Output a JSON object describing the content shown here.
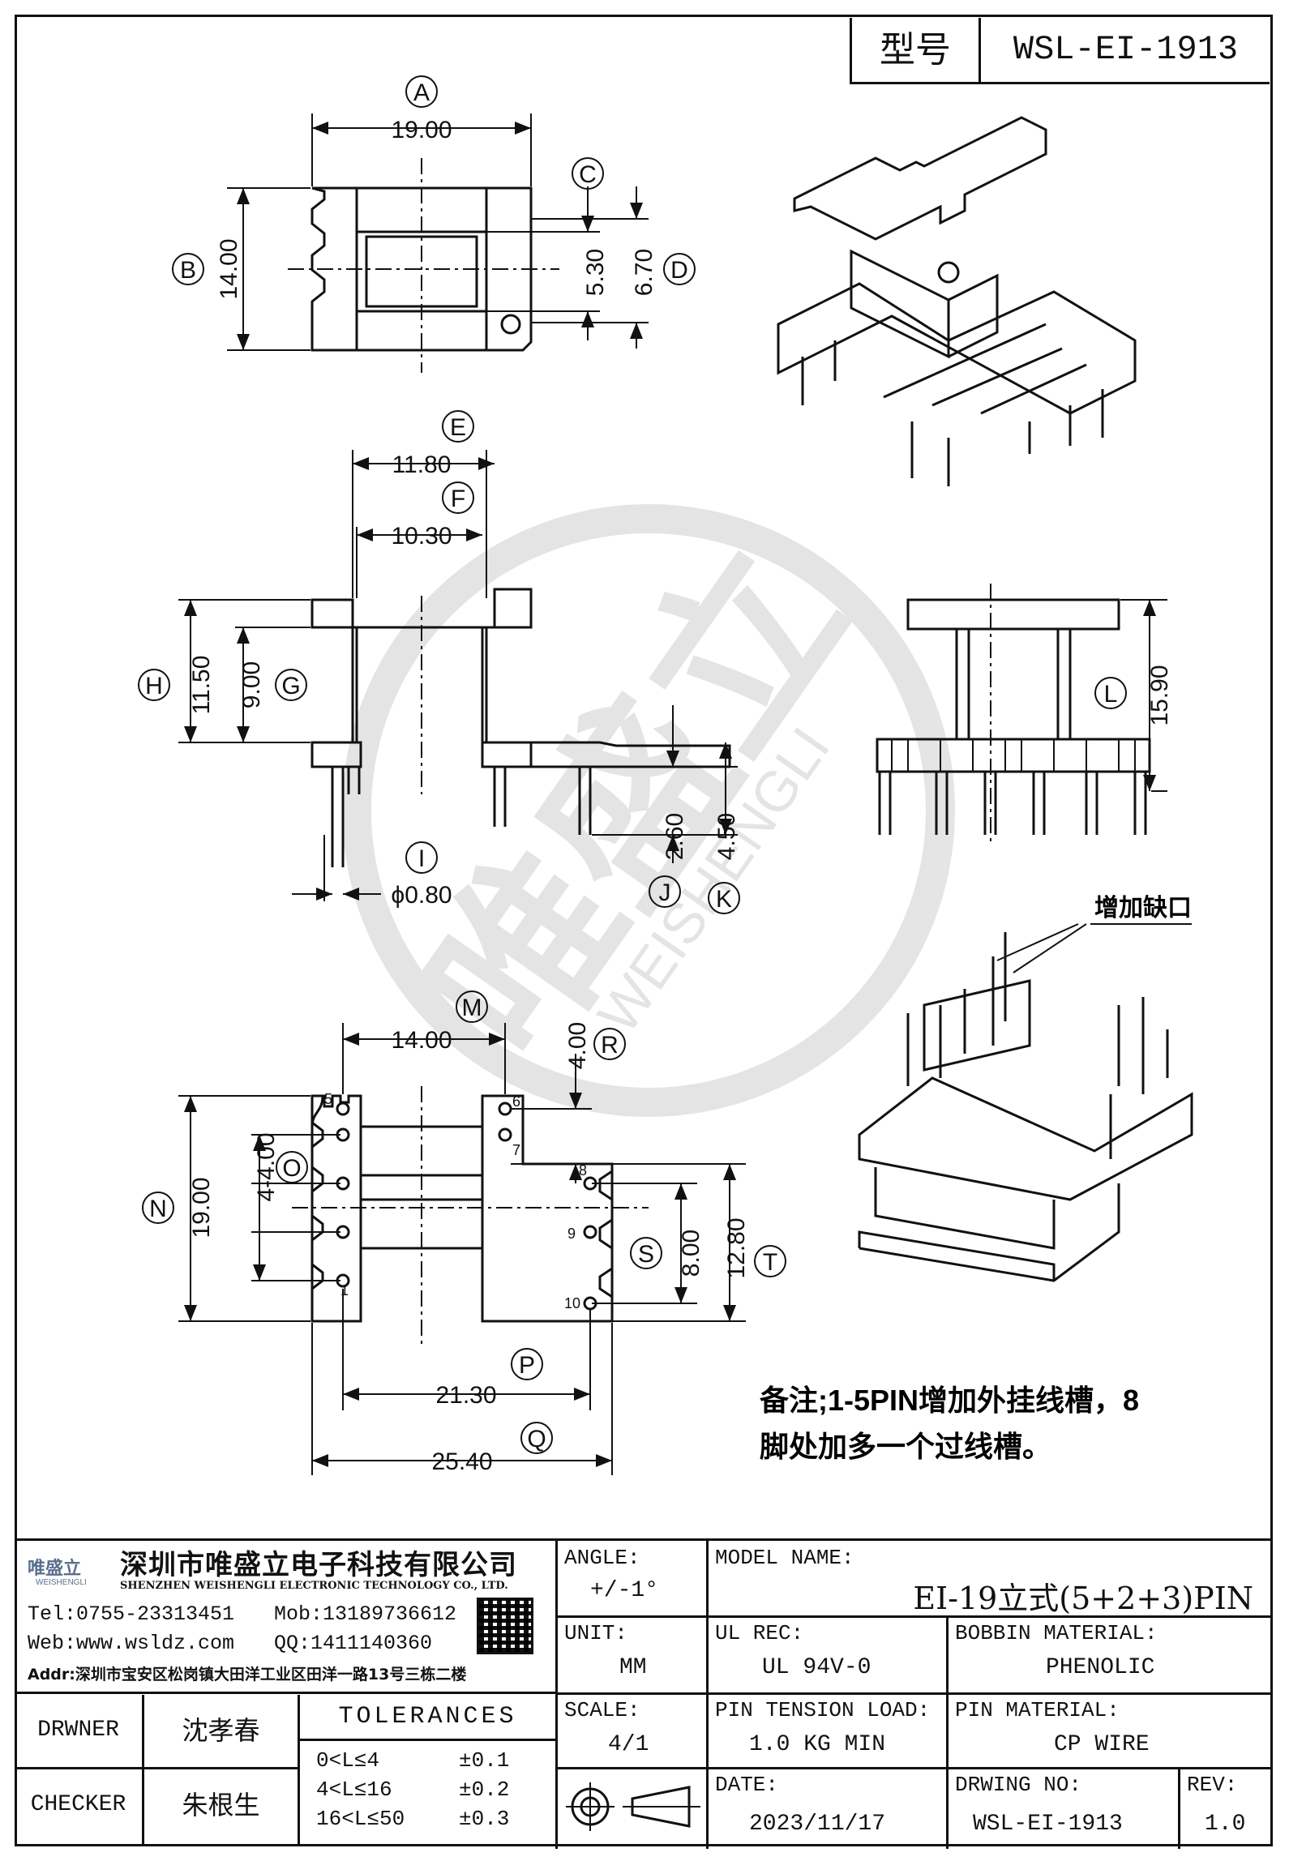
{
  "model_box": {
    "label": "型号",
    "value": "WSL-EI-1913"
  },
  "dims": {
    "A": "A",
    "B": "B",
    "C": "C",
    "D": "D",
    "E": "E",
    "F": "F",
    "G": "G",
    "H": "H",
    "I": "I",
    "J": "J",
    "K": "K",
    "L": "L",
    "M": "M",
    "N": "N",
    "O": "O",
    "P": "P",
    "Q": "Q",
    "R": "R",
    "S": "S",
    "T": "T",
    "a_val": "19.00",
    "b_val": "14.00",
    "c_val": "5.30",
    "d_val": "6.70",
    "e_val": "11.80",
    "f_val": "10.30",
    "g_val": "9.00",
    "h_val": "11.50",
    "i_val": "ϕ0.80",
    "j_val": "2.60",
    "k_val": "4.50",
    "l_val": "15.90",
    "m_val": "14.00",
    "n_val": "19.00",
    "o_val": "4-4.00",
    "p_val": "21.30",
    "q_val": "25.40",
    "r_val": "4.00",
    "s_val": "8.00",
    "t_val": "12.80"
  },
  "pins": {
    "p1": "1",
    "p5": "5",
    "p6": "6",
    "p7": "7",
    "p8": "8",
    "p9": "9",
    "p10": "10"
  },
  "annotations": {
    "notch": "增加缺口",
    "note_line1": "备注;1-5PIN增加外挂线槽，8",
    "note_line2": "脚处加多一个过线槽。"
  },
  "watermark": {
    "cn": "唯盛立",
    "en": "WEISHENGLI"
  },
  "company": {
    "logo_text": "唯盛立",
    "logo_sub": "WEISHENGLI",
    "name_cn": "深圳市唯盛立电子科技有限公司",
    "name_en": "SHENZHEN WEISHENGLI ELECTRONIC TECHNOLOGY CO., LTD.",
    "tel": "Tel:0755-23313451",
    "mob": "Mob:13189736612",
    "web": "Web:www.wsldz.com",
    "qq": "QQ:1411140360",
    "addr": "Addr:深圳市宝安区松岗镇大田洋工业区田洋一路13号三栋二楼"
  },
  "title_block": {
    "angle_label": "ANGLE:",
    "angle_value": "+/-1°",
    "model_label": "MODEL NAME:",
    "model_value": "EI-19立式(5+2+3)PIN",
    "unit_label": "UNIT:",
    "unit_value": "MM",
    "ul_label": "UL REC:",
    "ul_value": "UL 94V-0",
    "bobbin_label": "BOBBIN MATERIAL:",
    "bobbin_value": "PHENOLIC",
    "scale_label": "SCALE:",
    "scale_value": "4/1",
    "tension_label": "PIN TENSION LOAD:",
    "tension_value": "1.0 KG MIN",
    "pinmat_label": "PIN MATERIAL:",
    "pinmat_value": "CP WIRE",
    "date_label": "DATE:",
    "date_value": "2023/11/17",
    "drwno_label": "DRWING NO:",
    "drwno_value": "WSL-EI-1913",
    "rev_label": "REV:",
    "rev_value": "1.0",
    "drawer_label": "DRWNER",
    "drawer_value": "沈孝春",
    "checker_label": "CHECKER",
    "checker_value": "朱根生",
    "tolerances_label": "TOLERANCES",
    "tol1_range": "0<L≤4",
    "tol1_val": "±0.1",
    "tol2_range": "4<L≤16",
    "tol2_val": "±0.2",
    "tol3_range": "16<L≤50",
    "tol3_val": "±0.3"
  }
}
